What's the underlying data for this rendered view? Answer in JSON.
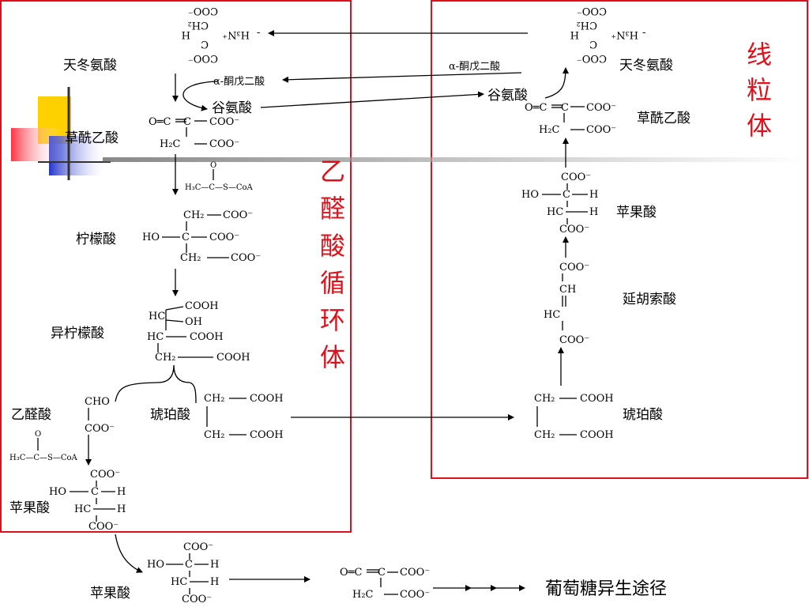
{
  "title_vertical": "乙醛酸循环体",
  "mito_vertical": "线粒体",
  "left": {
    "aspartate": "天冬氨酸",
    "oxaloacetate": "草酰乙酸",
    "citrate": "柠檬酸",
    "isocitrate": "异柠檬酸",
    "glyoxylate": "乙醛酸",
    "succinate": "琥珀酸",
    "malate": "苹果酸",
    "akg": "α-酮戊二酸",
    "glutamate": "谷氨酸"
  },
  "right": {
    "aspartate": "天冬氨酸",
    "oxaloacetate": "草酰乙酸",
    "malate": "苹果酸",
    "fumarate": "延胡索酸",
    "succinate": "琥珀酸",
    "akg": "α-酮戊二酸",
    "glutamate": "谷氨酸"
  },
  "bottom": {
    "malate": "苹果酸",
    "gluconeo": "葡萄糖异生途径"
  },
  "formulas": {
    "coo": "COO⁻",
    "cooh": "COOH",
    "cooh_small": "COOH",
    "cho": "CHO",
    "ch2": "CH₂",
    "ch": "CH",
    "hc": "HC",
    "hcc": "HC",
    "h2c": "H₂C",
    "ho": "HO",
    "oh": "OH",
    "h": "H",
    "c": "C",
    "ceq": "O═C",
    "h3n": "H₃N⁺",
    "acetylcoa": "H₃C—C—S—CoA",
    "o": "O",
    "minus": "-"
  },
  "colors": {
    "frame": "#e0101a",
    "deco_yellow": "#ffd000",
    "deco_blue": "#2233cc",
    "deco_red": "#ff3344"
  }
}
